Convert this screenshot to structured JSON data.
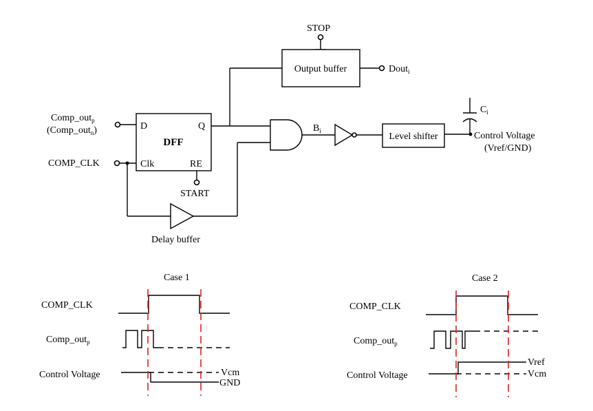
{
  "circuit": {
    "stop_label": "STOP",
    "output_buffer_label": "Output buffer",
    "dout_label": "Dout",
    "dout_sub": "i",
    "comp_out_label": "Comp_out",
    "comp_out_sub": "p",
    "comp_out_alt_label": "(Comp_out",
    "comp_out_alt_sub": "n",
    "comp_out_alt_close": ")",
    "comp_clk_label": "COMP_CLK",
    "dff_label": "DFF",
    "dff_d_label": "D",
    "dff_q_label": "Q",
    "dff_clk_label": "Clk",
    "dff_re_label": "RE",
    "start_label": "START",
    "delay_buffer_label": "Delay buffer",
    "bi_label": "B",
    "bi_sub": "i",
    "level_shifter_label": "Level shifter",
    "ci_label": "C",
    "ci_sub": "i",
    "control_voltage_label": "Control Voltage",
    "control_voltage_range": "(Vref/GND)"
  },
  "timing": {
    "case1": {
      "title": "Case 1",
      "comp_clk_label": "COMP_CLK",
      "comp_out_label": "Comp_out",
      "comp_out_sub": "p",
      "control_voltage_label": "Control Voltage",
      "vcm_label": "Vcm",
      "gnd_label": "GND"
    },
    "case2": {
      "title": "Case 2",
      "comp_clk_label": "COMP_CLK",
      "comp_out_label": "Comp_out",
      "comp_out_sub": "p",
      "control_voltage_label": "Control Voltage",
      "vref_label": "Vref",
      "vcm_label": "Vcm"
    }
  },
  "colors": {
    "wire": "#000000",
    "marker": "#e0201c"
  }
}
